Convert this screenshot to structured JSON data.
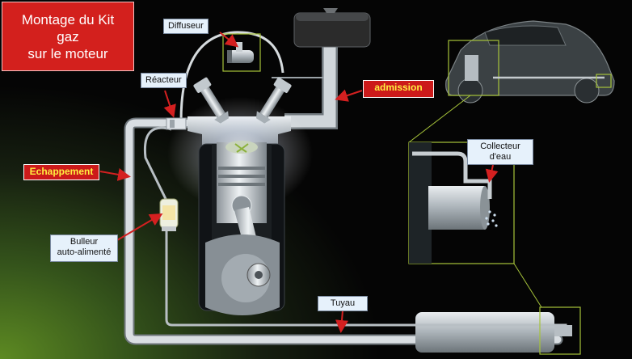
{
  "title": {
    "line1": "Montage du Kit",
    "line2": "gaz",
    "line3": "sur le moteur"
  },
  "labels": {
    "diffuseur": "Diffuseur",
    "reacteur": "Réacteur",
    "admission": "admission",
    "echappement": "Echappement",
    "collecteur_line1": "Collecteur",
    "collecteur_line2": "d'eau",
    "bulleur_line1": "Bulleur",
    "bulleur_line2": "auto-alimenté",
    "tuyau": "Tuyau"
  },
  "colors": {
    "label_bg": "#e6f1fb",
    "highlight_label_bg": "#cc1a1a",
    "highlight_label_text": "#ffef40",
    "title_bg": "#d3201d",
    "arrow": "#d42020",
    "pipe": "#cfd5da",
    "callout_frame": "#a6c33a"
  }
}
